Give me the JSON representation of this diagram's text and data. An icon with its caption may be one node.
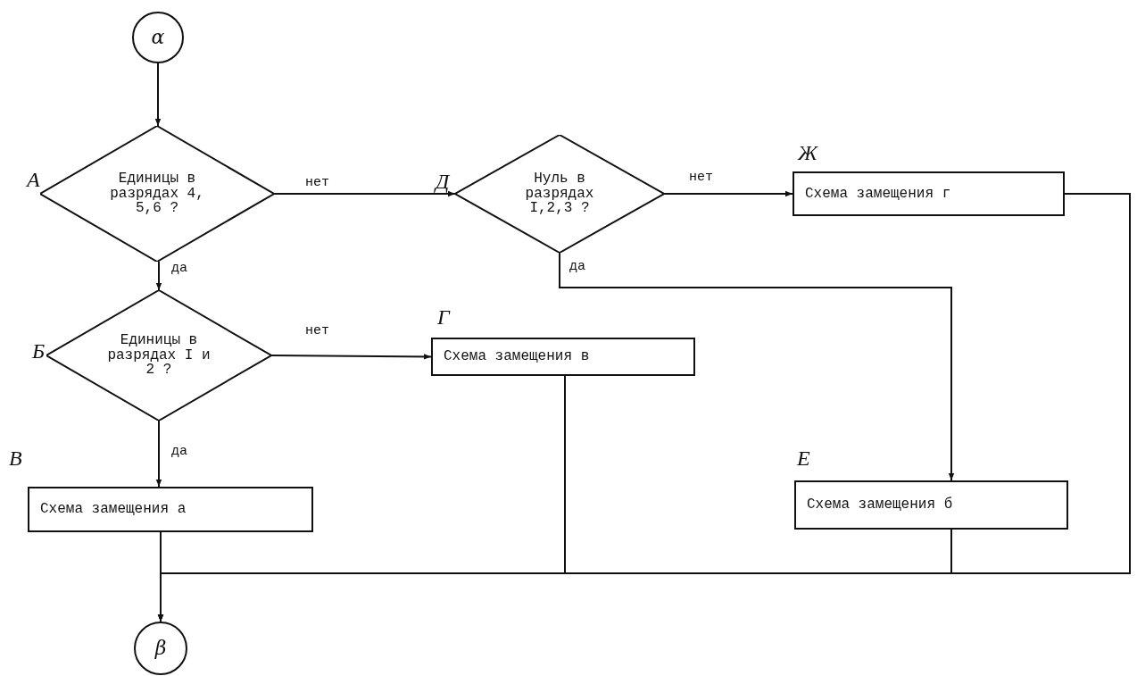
{
  "diagram": {
    "nodes": [
      {
        "text": [
          "α"
        ]
      },
      {
        "text": [
          "Единицы в разрядах 4, 5,6 ?"
        ],
        "beside": [
          "А"
        ]
      },
      {
        "text": [
          "Нуль в разрядах I,2,3 ?"
        ],
        "beside": [
          "Д"
        ]
      },
      {
        "text": [
          "Схема замещения г"
        ],
        "beside": [
          "Ж"
        ]
      },
      {
        "text": [
          "Единицы в разрядах I и 2 ?"
        ],
        "beside": [
          "Б"
        ]
      },
      {
        "text": [
          "Схема замещения в"
        ],
        "beside": [
          "Г"
        ]
      },
      {
        "text": [
          "Схема замещения а"
        ],
        "beside": [
          "В"
        ]
      },
      {
        "text": [
          "Схема замещения б"
        ],
        "beside": [
          "Е"
        ]
      },
      {
        "text": [
          "β"
        ]
      }
    ],
    "edges": [
      {
        "from": 0,
        "to": 1,
        "arrow": "to"
      },
      {
        "from": 1,
        "to": 2,
        "arrow": "to",
        "label": "нет"
      },
      {
        "from": 1,
        "to": 4,
        "arrow": "to",
        "label": "да"
      },
      {
        "from": 2,
        "to": 3,
        "arrow": "to",
        "label": "нет"
      },
      {
        "from": 2,
        "to": 7,
        "arrow": "to",
        "label": "да"
      },
      {
        "from": 4,
        "to": 5,
        "arrow": "to",
        "label": "нет"
      },
      {
        "from": 4,
        "to": 6,
        "arrow": "to",
        "label": "да"
      },
      {
        "from": 6,
        "to": 8,
        "arrow": "to"
      },
      {
        "from": 5,
        "to": 8,
        "arrow": "to"
      },
      {
        "from": 7,
        "to": 8,
        "arrow": "to"
      },
      {
        "from": 3,
        "to": 8,
        "arrow": "to"
      }
    ]
  }
}
